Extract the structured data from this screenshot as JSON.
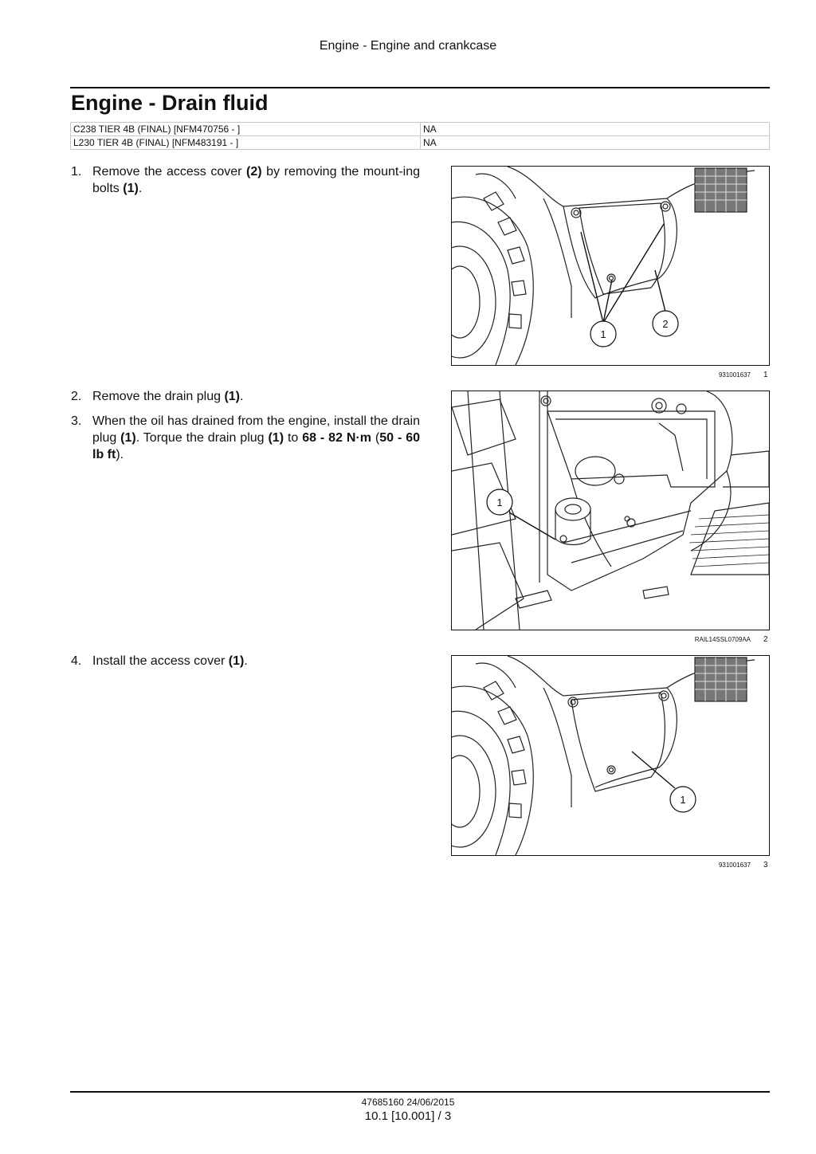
{
  "header": {
    "running_title": "Engine - Engine and crankcase"
  },
  "title": "Engine - Drain fluid",
  "applicability": [
    {
      "model": "C238 TIER 4B (FINAL) [NFM470756 - ]",
      "value": "NA"
    },
    {
      "model": "L230 TIER 4B (FINAL) [NFM483191 - ]",
      "value": "NA"
    }
  ],
  "steps": [
    {
      "num": "1.",
      "parts": [
        "Remove the access cover ",
        "(2)",
        " by removing the mount-ing bolts ",
        "(1)",
        "."
      ]
    },
    {
      "num": "2.",
      "parts": [
        "Remove the drain plug ",
        "(1)",
        "."
      ]
    },
    {
      "num": "3.",
      "parts": [
        "When the oil has drained from the engine, install the drain plug ",
        "(1)",
        ". Torque the drain plug ",
        "(1)",
        " to ",
        "68 - 82 N·m",
        " (",
        "50 - 60 lb ft",
        ")."
      ]
    },
    {
      "num": "4.",
      "parts": [
        "Install the access cover ",
        "(1)",
        "."
      ]
    }
  ],
  "figures": [
    {
      "code": "931001637",
      "number": "1",
      "callouts": [
        "1",
        "2"
      ]
    },
    {
      "code": "RAIL14SSL0709AA",
      "number": "2",
      "callouts": [
        "1"
      ]
    },
    {
      "code": "931001637",
      "number": "3",
      "callouts": [
        "1"
      ]
    }
  ],
  "footer": {
    "doc_code": "47685160 24/06/2015",
    "page": "10.1 [10.001] / 3"
  }
}
